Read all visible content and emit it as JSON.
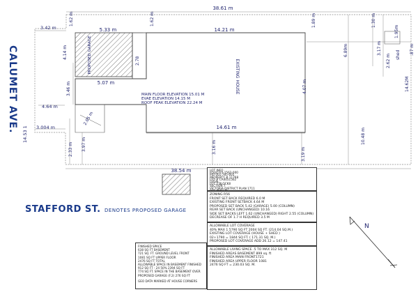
{
  "street_west": "CALUMET AVE.",
  "street_south": "STAFFORD ST.",
  "legend_text": "DENOTES PROPOSED GARAGE",
  "labels": {
    "top_width": "38.61 m",
    "garage_width": "5.33 m",
    "house_width": "14.21 m",
    "left_top": "3.42 m",
    "d162a": "1.62 m",
    "d162b": "1.62 m",
    "d189": "1.89 m",
    "d130": "1.30 m",
    "d195": "1.95m",
    "shed": "shed",
    "d689": "6.89m",
    "d317": "3.17 m",
    "d262": "2.62 m",
    "d087": ".87 m",
    "d414": "4.14 m",
    "d278": "2.78",
    "d507": "5.07 m",
    "d346": "3.46 m",
    "d464": "4.64 m",
    "d407": "4.07 m",
    "d1462": "14.62M",
    "d1461": "14.61 m",
    "d1048": "10.48 m",
    "d3004": "3.004 m",
    "d205": "2.05 m",
    "d316": "3.16 m",
    "d319": "3.19 m",
    "d1453": "14.53 1",
    "d233": "2.33 m",
    "d397": "3.97 m",
    "bottom_width": "38.54 m",
    "garage_text": "PROPOSED GARAGE",
    "house_text": "EXISTING HOUSE",
    "elev_main": "MAIN FLOOR ELEVATION 15.01 M",
    "elev_eave": "EVAE ELEVATION 14.15 M",
    "elev_roof": "ROOF PEAK ELEVATION 22.24 M",
    "north": "N"
  },
  "lot_info": [
    "LOT INFO",
    "FOLIO 65-1562-000",
    "PID 001-785-605",
    "PROPERTY # 11768",
    "LTO # CA4051562",
    "LEGAL",
    "LOT 5 BLOCK8",
    "SECTION 7",
    "VICTORIA DISTRICT PLAN 1711",
    "LOT 40X120"
  ],
  "zoning": [
    "ZONING R56",
    "FRONT SET BACK REQUIRED 6.0 M",
    "EXISTING FRONT SETBACK 4.64 M",
    "PROPOSED SET BACK 5.42 (GARAGE) 5.00 (COLUMN)",
    "REAR SET BACK (UNCHANGED) 10.16",
    "SIDE SET BACKS LEFT 1.62 (UNCHANGED) RIGHT 2.55 (COLUMN)",
    "DECREASE OF 1.7 H          REQUIRED 3.5 M"
  ],
  "coverage": [
    "ALLOWABLE LOT COVERAGE",
    "40% MAX 1 5790 SQ FT 2004 SQ FT. (214.04 SQ.M.)",
    "EXISTING LOT COVERAGE (HOUSE + SHED )",
    "02+1790 = 1844 SQ FT. ( 171.31 SQ. M.)",
    "PROPOSED LOT COVERAGE ADD 26.12 = 147.41"
  ],
  "living": [
    "ALLOWABLE LIVING SPACE .5 TO MAX 312 SQ. M",
    "FINISHED AREAS BASEMENT 899 sq. ft",
    "FINISHED  AREA  MAIN FRONT1721",
    "FINISHED AREA UPPER FLOOR  1081",
    "2476 SQ FT = 230.03 SQ. M."
  ],
  "finished": [
    "FINISHED SPACE",
    "638 SQ FT BASEMENT",
    "721 SQ. FT. GROUND LEVEL FRONT",
    "1081 SQ FT UPPER FLOOR",
    "2476  SQ FT TOTAL",
    "ALLOWABLE SPACE IN BASEMENT FINISHED",
    "912 SQ FT - 24 50% 2394 SQ FT",
    "774 SQ FT. SPACE IN THE BASEMENT OVER",
    "PROPOSED GARAGE (F.2)  276 SQ FT"
  ],
  "geo_note": "GEO DATA MARKED AT HOUSE CORNERS"
}
